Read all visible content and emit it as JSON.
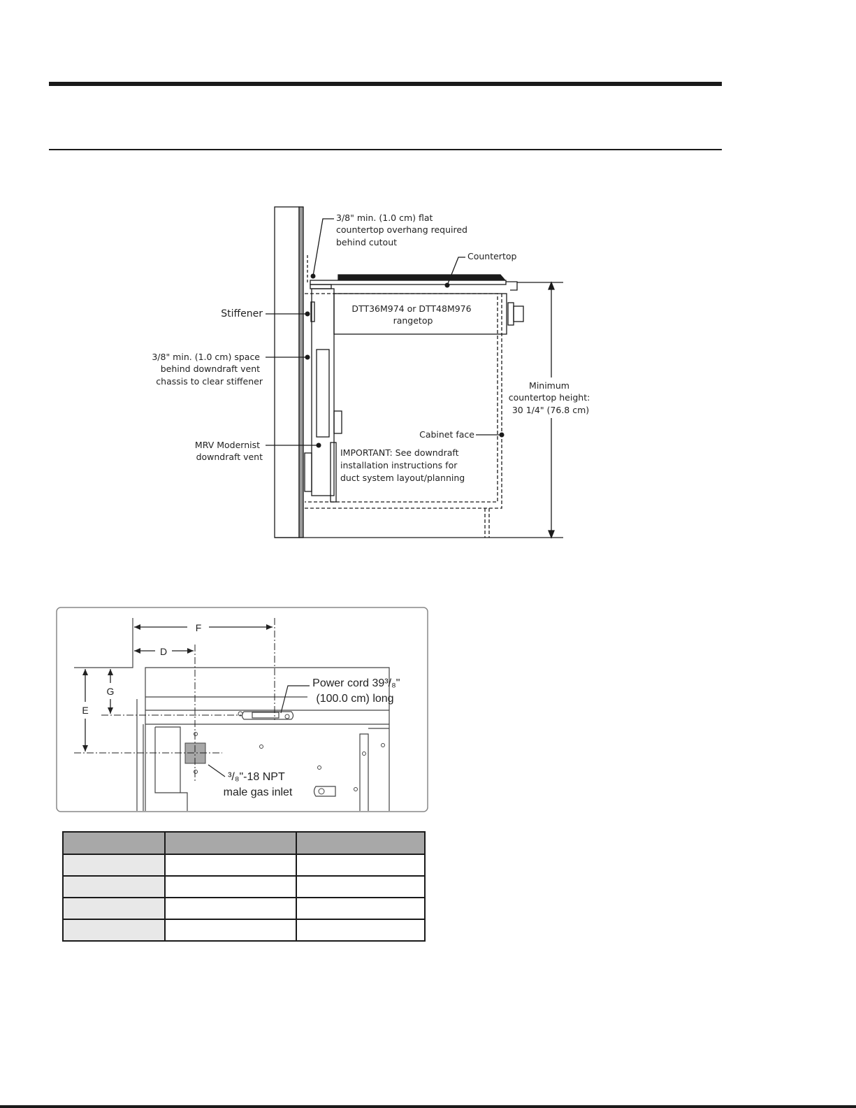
{
  "diagram1": {
    "overhang_label": [
      "3/8\" min. (1.0 cm) flat",
      "countertop overhang required",
      "behind cutout"
    ],
    "countertop_label": "Countertop",
    "stiffener_label": "Stiffener",
    "space_label": [
      "3/8\" min. (1.0 cm) space",
      "behind downdraft vent",
      "chassis to clear stiffener"
    ],
    "rangetop_label": [
      "DTT36M974 or DTT48M976",
      "rangetop"
    ],
    "min_height_label": [
      "Minimum",
      "countertop height:",
      "30 1/4\" (76.8 cm)"
    ],
    "cabinet_face_label": "Cabinet face",
    "vent_label": [
      "MRV Modernist",
      "downdraft vent"
    ],
    "important_label": [
      "IMPORTANT: See downdraft",
      "installation instructions for",
      "duct system layout/planning"
    ]
  },
  "diagram2": {
    "dim_f": "F",
    "dim_d": "D",
    "dim_g": "G",
    "dim_e": "E",
    "power_cord_label": [
      "Power cord 39³/₈\"",
      "(100.0 cm) long"
    ],
    "gas_inlet_label": [
      "³/₈\"-18 NPT",
      "male gas inlet"
    ]
  },
  "table": {
    "headers": [
      "",
      "",
      ""
    ],
    "rows": [
      [
        "",
        "",
        ""
      ],
      [
        "",
        "",
        ""
      ],
      [
        "",
        "",
        ""
      ],
      [
        "",
        "",
        ""
      ]
    ]
  }
}
